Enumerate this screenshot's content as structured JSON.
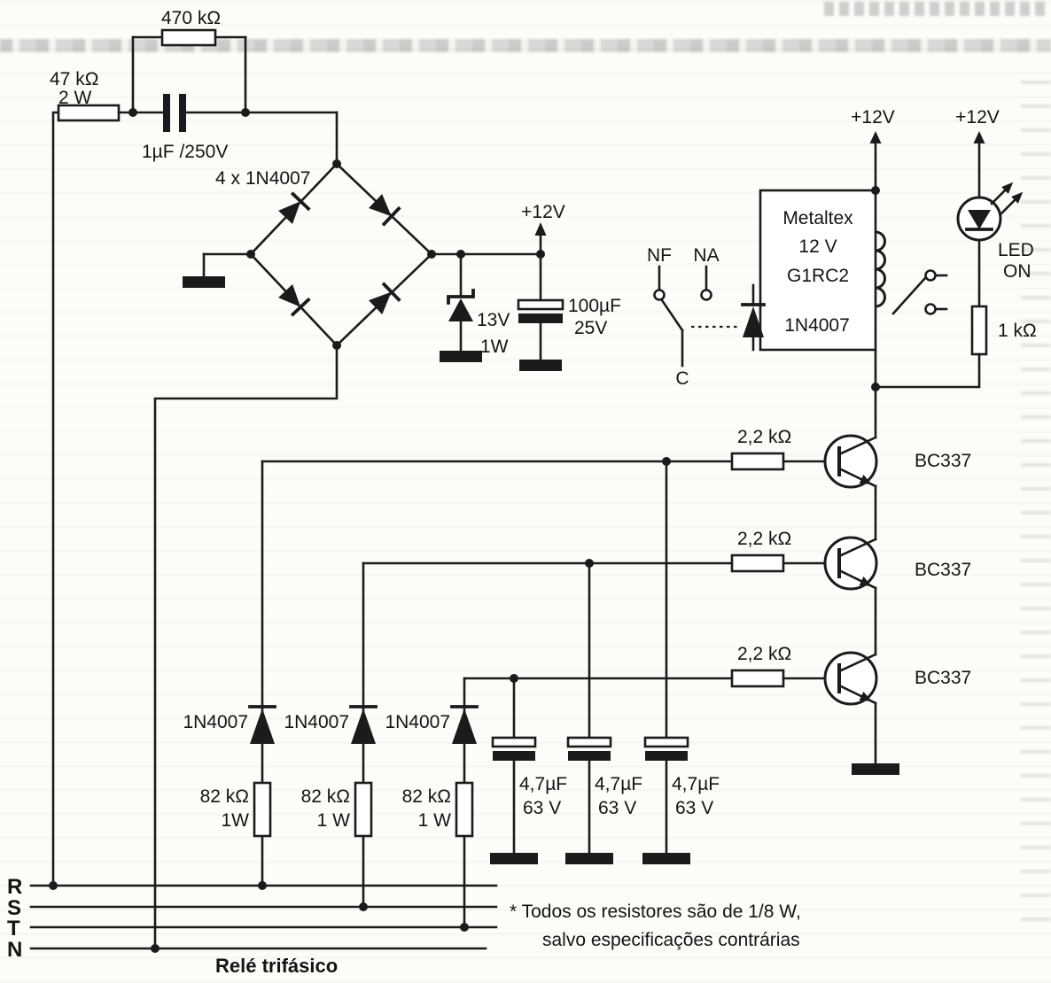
{
  "figure": {
    "caption": "Relé trifásico",
    "note_line1": "* Todos os resistores são de 1/8 W,",
    "note_line2": "salvo especificações contrárias"
  },
  "supply": {
    "r_470k": "470 kΩ",
    "r_47k": "47 kΩ",
    "r_47k_power": "2 W",
    "c_input": "1µF /250V",
    "bridge_diodes": "4 x 1N4007",
    "rail": "+12V",
    "zener_voltage": "13V",
    "zener_power": "1W",
    "c_filter": "100µF",
    "c_filter_voltage": "25V"
  },
  "relay": {
    "rail": "+12V",
    "brand": "Metaltex",
    "coil_voltage": "12 V",
    "model": "G1RC2",
    "flyback_diode": "1N4007",
    "contact_nc": "NF",
    "contact_no": "NA",
    "contact_common": "C"
  },
  "led": {
    "rail": "+12V",
    "name": "LED",
    "state": "ON",
    "resistor": "1 kΩ"
  },
  "drivers": {
    "q1_base_r": "2,2 kΩ",
    "q1": "BC337",
    "q2_base_r": "2,2 kΩ",
    "q2": "BC337",
    "q3_base_r": "2,2 kΩ",
    "q3": "BC337"
  },
  "sense": {
    "d1": "1N4007",
    "d2": "1N4007",
    "d3": "1N4007",
    "r1": "82 kΩ",
    "r1_power": "1W",
    "r2": "82 kΩ",
    "r2_power": "1 W",
    "r3": "82 kΩ",
    "r3_power": "1 W",
    "c1": "4,7µF",
    "c1_voltage": "63 V",
    "c2": "4,7µF",
    "c2_voltage": "63 V",
    "c3": "4,7µF",
    "c3_voltage": "63 V"
  },
  "mains": {
    "phase_r": "R",
    "phase_s": "S",
    "phase_t": "T",
    "neutral": "N"
  }
}
